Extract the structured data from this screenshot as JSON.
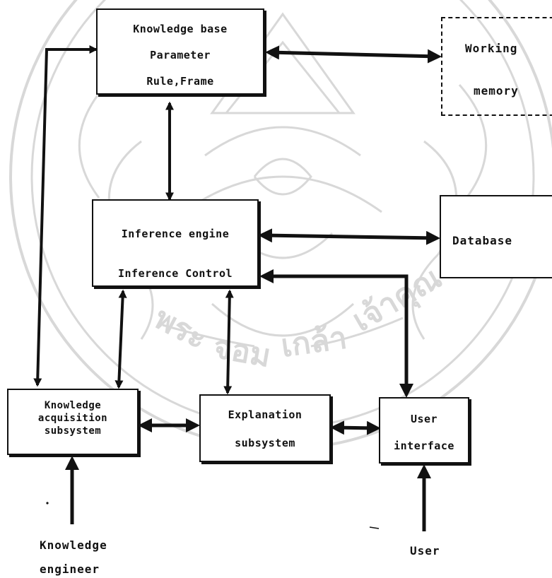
{
  "knowledge_base": {
    "line1": "Knowledge base",
    "line2": "Parameter",
    "line3": "Rule,Frame"
  },
  "working_memory": {
    "line1": "Working",
    "line2": "memory"
  },
  "inference_engine": {
    "line1": "Inference engine",
    "line2": "Inference Control"
  },
  "database": {
    "label": "Database"
  },
  "knowledge_acquisition": {
    "line1": "Knowledge",
    "line2": "acquisition",
    "line3": "subsystem"
  },
  "explanation": {
    "line1": "Explanation",
    "line2": "subsystem"
  },
  "user_interface": {
    "line1": "User",
    "line2": "interface"
  },
  "actors": {
    "knowledge_engineer_line1": "Knowledge",
    "knowledge_engineer_line2": "engineer",
    "user": "User"
  },
  "colors": {
    "ink": "#111111",
    "watermark": "#d8d8d8",
    "background": "#ffffff"
  },
  "icons": {
    "watermark": "university-seal-watermark"
  }
}
